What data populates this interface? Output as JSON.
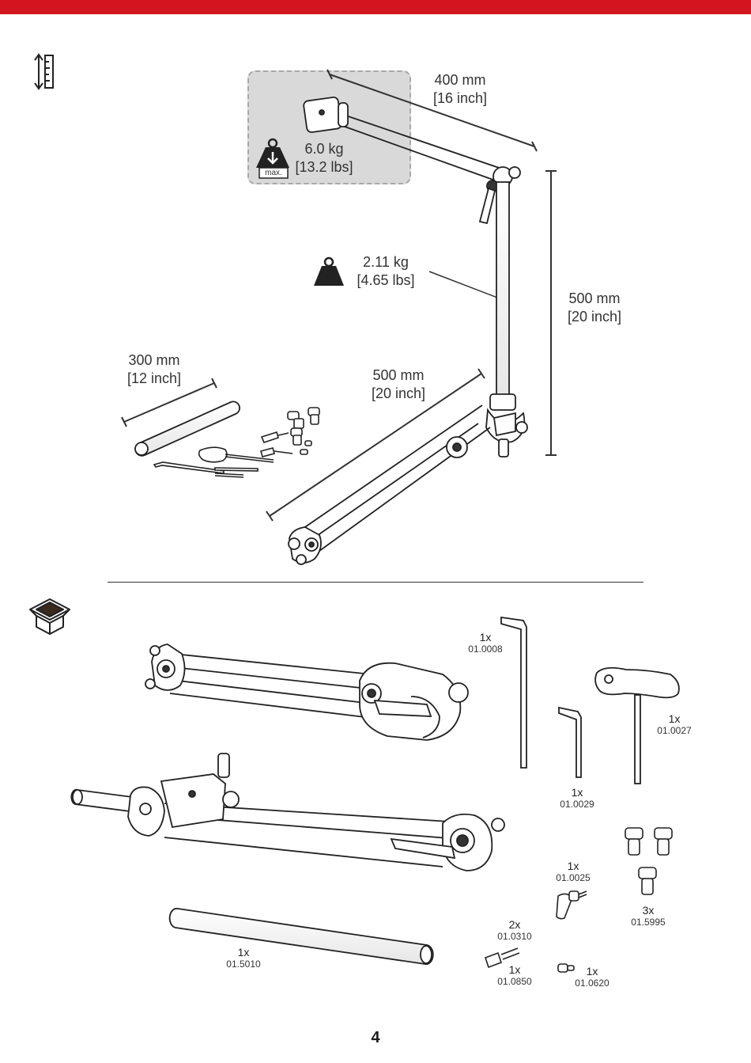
{
  "colors": {
    "accent": "#d2151f",
    "gray_box": "#d9d9d9"
  },
  "icons": {
    "measure": "measure-icon",
    "box": "open-box-icon",
    "weight": "weight-icon",
    "max_weight": "max-weight-icon"
  },
  "dimensions": {
    "upper_arm": {
      "metric": "400 mm",
      "imperial": "[16 inch]"
    },
    "vertical_post": {
      "metric": "500 mm",
      "imperial": "[20 inch]"
    },
    "lower_arm": {
      "metric": "500 mm",
      "imperial": "[20 inch]"
    },
    "rod": {
      "metric": "300 mm",
      "imperial": "[12 inch]"
    }
  },
  "max_load": {
    "metric": "6.0 kg",
    "imperial": "[13.2 lbs]",
    "badge": "max."
  },
  "weight": {
    "metric": "2.11 kg",
    "imperial": "[4.65 lbs]"
  },
  "parts": [
    {
      "qty": "1x",
      "code": "01.0008"
    },
    {
      "qty": "1x",
      "code": "01.0027"
    },
    {
      "qty": "1x",
      "code": "01.0029"
    },
    {
      "qty": "1x",
      "code": "01.0025"
    },
    {
      "qty": "3x",
      "code": "01.5995"
    },
    {
      "qty": "2x",
      "code": "01.0310"
    },
    {
      "qty": "1x",
      "code": "01.5010"
    },
    {
      "qty": "1x",
      "code": "01.0850"
    },
    {
      "qty": "1x",
      "code": "01.0620"
    }
  ],
  "page_number": "4"
}
